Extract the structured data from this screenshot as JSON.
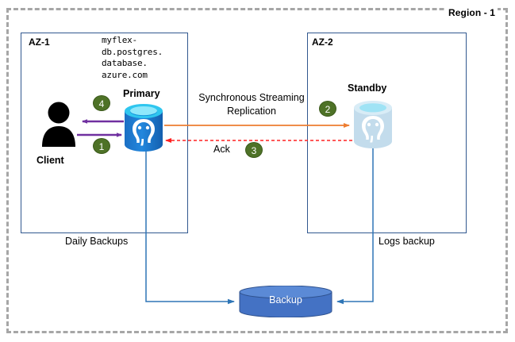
{
  "region": {
    "label": "Region - 1"
  },
  "zones": [
    {
      "id": "az1",
      "label": "AZ-1"
    },
    {
      "id": "az2",
      "label": "AZ-2"
    }
  ],
  "nodes": {
    "client": {
      "caption": "Client",
      "icon": "person-icon"
    },
    "primary": {
      "caption": "Primary",
      "icon": "postgres-database-icon",
      "hostname": "myflex-\ndb.postgres.\ndatabase.\nazure.com"
    },
    "standby": {
      "caption": "Standby",
      "icon": "postgres-database-standby-icon"
    },
    "backup": {
      "caption": "Backup",
      "icon": "backup-cylinder-icon"
    }
  },
  "flows": {
    "replication_label": "Synchronous Streaming Replication",
    "ack_label": "Ack",
    "daily_backups_label": "Daily Backups",
    "logs_backup_label": "Logs backup"
  },
  "badges": [
    {
      "id": "1",
      "number": "1"
    },
    {
      "id": "2",
      "number": "2"
    },
    {
      "id": "3",
      "number": "3"
    },
    {
      "id": "4",
      "number": "4"
    }
  ],
  "colors": {
    "region_border": "#a6a6a6",
    "az_border": "#31588f",
    "badge_fill": "#4e7227",
    "client_arrow": "#7030a0",
    "replication_arrow": "#ed7d31",
    "ack_arrow": "#ff0000",
    "backup_line": "#2e75b6",
    "primary_db": "#1f7fd0",
    "primary_db_top": "#33d0f0",
    "standby_db": "#bcd9ea",
    "backup_fill": "#4472c4"
  }
}
